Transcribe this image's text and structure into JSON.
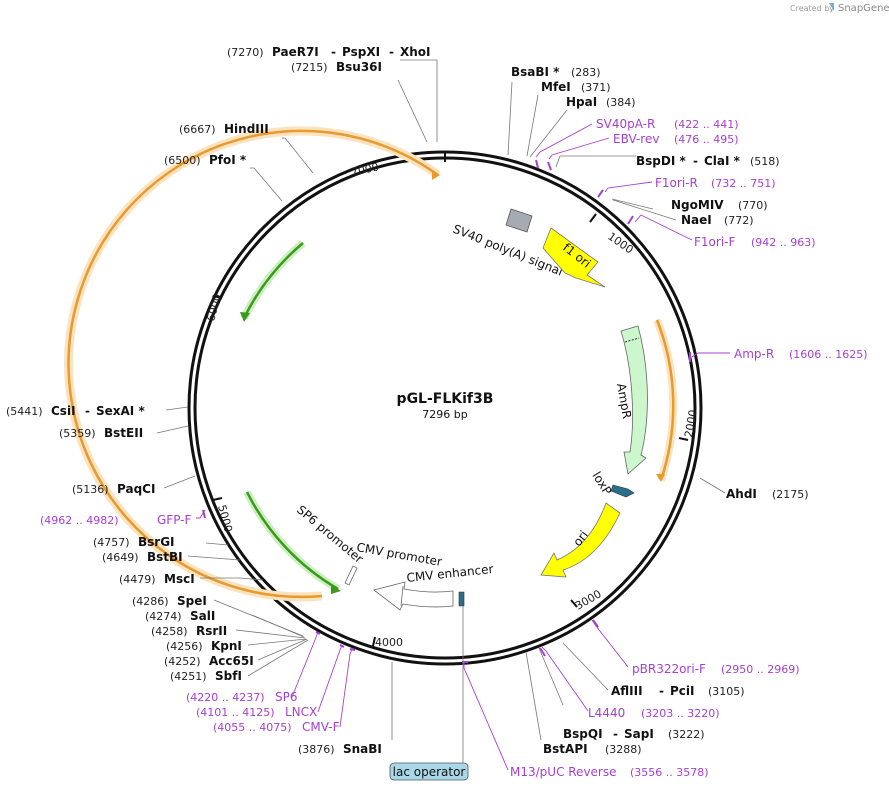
{
  "credit": {
    "prefix": "Created by",
    "brand": "SnapGene"
  },
  "plasmid": {
    "name": "pGL-FLKif3B",
    "size_label": "7296 bp"
  },
  "ticks": [
    "1000",
    "2000",
    "3000",
    "4000",
    "5000",
    "6000",
    "7000"
  ],
  "sites": [
    {
      "id": "s7270",
      "name": "PaeR7I",
      "pos": "(7270)",
      "extra": [
        "PspXI",
        "XhoI"
      ]
    },
    {
      "id": "s7215",
      "name": "Bsu36I",
      "pos": "(7215)",
      "extra": []
    },
    {
      "id": "s6667",
      "name": "HindIII",
      "pos": "(6667)",
      "extra": []
    },
    {
      "id": "s6500",
      "name": "PfoI *",
      "pos": "(6500)",
      "extra": []
    },
    {
      "id": "s5441",
      "name": "CsiI",
      "pos": "(5441)",
      "extra": [
        "SexAI *"
      ]
    },
    {
      "id": "s5359",
      "name": "BstEII",
      "pos": "(5359)",
      "extra": []
    },
    {
      "id": "s5136",
      "name": "PaqCI",
      "pos": "(5136)",
      "extra": []
    },
    {
      "id": "s4757",
      "name": "BsrGI",
      "pos": "(4757)",
      "extra": []
    },
    {
      "id": "s4649",
      "name": "BstBI",
      "pos": "(4649)",
      "extra": []
    },
    {
      "id": "s4479",
      "name": "MscI",
      "pos": "(4479)",
      "extra": []
    },
    {
      "id": "s4286",
      "name": "SpeI",
      "pos": "(4286)",
      "extra": []
    },
    {
      "id": "s4274",
      "name": "SalI",
      "pos": "(4274)",
      "extra": []
    },
    {
      "id": "s4258",
      "name": "RsrII",
      "pos": "(4258)",
      "extra": []
    },
    {
      "id": "s4256",
      "name": "KpnI",
      "pos": "(4256)",
      "extra": []
    },
    {
      "id": "s4252",
      "name": "Acc65I",
      "pos": "(4252)",
      "extra": []
    },
    {
      "id": "s4251",
      "name": "SbfI",
      "pos": "(4251)",
      "extra": []
    },
    {
      "id": "s3876",
      "name": "SnaBI",
      "pos": "(3876)",
      "extra": []
    },
    {
      "id": "s283",
      "name": "BsaBI *",
      "pos": "(283)",
      "extra": []
    },
    {
      "id": "s371",
      "name": "MfeI",
      "pos": "(371)",
      "extra": []
    },
    {
      "id": "s384",
      "name": "HpaI",
      "pos": "(384)",
      "extra": []
    },
    {
      "id": "s518",
      "name": "BspDI *",
      "pos": "(518)",
      "extra": [
        "ClaI *"
      ]
    },
    {
      "id": "s770",
      "name": "NgoMIV",
      "pos": "(770)",
      "extra": []
    },
    {
      "id": "s772",
      "name": "NaeI",
      "pos": "(772)",
      "extra": []
    },
    {
      "id": "s2175",
      "name": "AhdI",
      "pos": "(2175)",
      "extra": []
    },
    {
      "id": "s3105",
      "name": "AflIII",
      "pos": "(3105)",
      "extra": [
        "PciI"
      ]
    },
    {
      "id": "s3222",
      "name": "BspQI",
      "pos": "(3222)",
      "extra": [
        "SapI"
      ]
    },
    {
      "id": "s3288",
      "name": "BstAPI",
      "pos": "(3288)",
      "extra": []
    }
  ],
  "primers": [
    {
      "id": "p1",
      "name": "SV40pA-R",
      "range": "(422 .. 441)"
    },
    {
      "id": "p2",
      "name": "EBV-rev",
      "range": "(476 .. 495)"
    },
    {
      "id": "p3",
      "name": "F1ori-R",
      "range": "(732 .. 751)"
    },
    {
      "id": "p4",
      "name": "F1ori-F",
      "range": "(942 .. 963)"
    },
    {
      "id": "p5",
      "name": "Amp-R",
      "range": "(1606 .. 1625)"
    },
    {
      "id": "p6",
      "name": "pBR322ori-F",
      "range": "(2950 .. 2969)"
    },
    {
      "id": "p7",
      "name": "L4440",
      "range": "(3203 .. 3220)"
    },
    {
      "id": "p8",
      "name": "M13/pUC Reverse",
      "range": "(3556 .. 3578)"
    },
    {
      "id": "p9",
      "name": "GFP-F",
      "range": "(4962 .. 4982)"
    },
    {
      "id": "p10",
      "name": "SP6",
      "range": "(4220 .. 4237)"
    },
    {
      "id": "p11",
      "name": "LNCX",
      "range": "(4101 .. 4125)"
    },
    {
      "id": "p12",
      "name": "CMV-F",
      "range": "(4055 .. 4075)"
    }
  ],
  "features": {
    "sv40": "SV40 poly(A) signal",
    "f1ori": "f1 ori",
    "ampr": "AmpR",
    "loxp": "loxP",
    "ori": "ori",
    "cmv_enh": "CMV enhancer",
    "cmv_prom": "CMV promoter",
    "sp6_prom": "SP6 promoter",
    "lac_op": "lac operator"
  },
  "colors": {
    "backbone": "#111111",
    "orf": "#e89a2c",
    "orf_glow": "#fbe3c0",
    "green": "#3a9a1a",
    "green_glow": "#cdeec0",
    "yellow": "#ffff00",
    "ampr": "#ccf7cc",
    "primer": "#a63fd0",
    "loxp": "#2a6e8a",
    "lac": "#a8d8e8"
  }
}
